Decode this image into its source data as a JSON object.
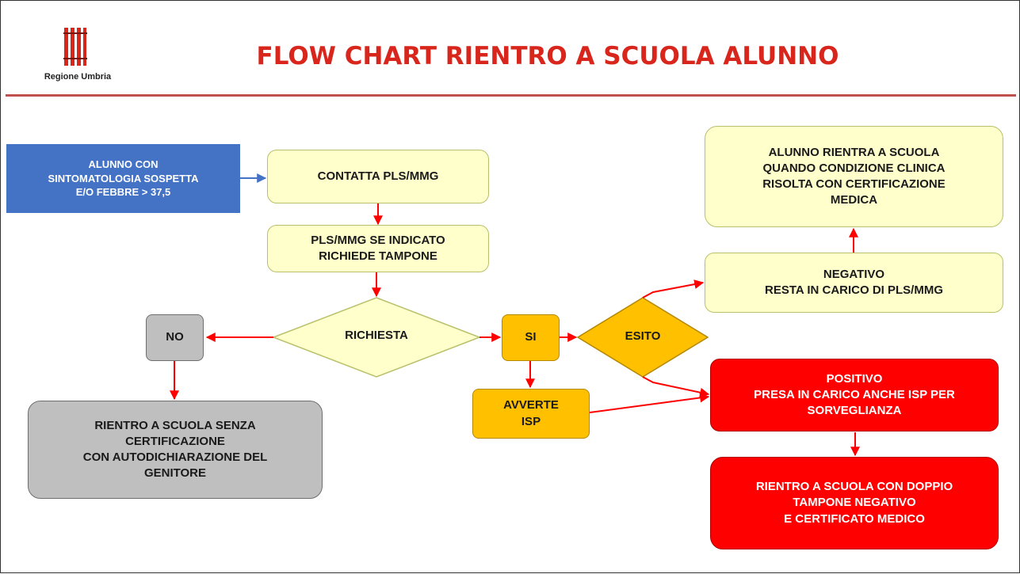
{
  "logo": {
    "text": "Regione Umbria"
  },
  "title": "FLOW CHART RIENTRO A SCUOLA ALUNNO",
  "nodes": {
    "alunno_sintomi": [
      "ALUNNO CON",
      "SINTOMATOLOGIA  SOSPETTA",
      "E/O FEBBRE > 37,5"
    ],
    "contatta": "CONTATTA PLS/MMG",
    "richiede_tampone": [
      "PLS/MMG SE INDICATO",
      "RICHIEDE TAMPONE"
    ],
    "richiesta": "RICHIESTA",
    "no": "NO",
    "si": "SI",
    "esito": "ESITO",
    "avverte_isp": [
      "AVVERTE",
      "ISP"
    ],
    "rientro_senza_cert": [
      "RIENTRO A SCUOLA SENZA",
      "CERTIFICAZIONE",
      "CON AUTODICHIARAZIONE DEL",
      "GENITORE"
    ],
    "negativo": [
      "NEGATIVO",
      "RESTA IN CARICO DI PLS/MMG"
    ],
    "rientra_condizione": [
      "ALUNNO RIENTRA A SCUOLA",
      "QUANDO CONDIZIONE CLINICA",
      "RISOLTA CON CERTIFICAZIONE",
      "MEDICA"
    ],
    "positivo": [
      "POSITIVO",
      "PRESA IN CARICO ANCHE ISP PER",
      "SORVEGLIANZA"
    ],
    "rientro_doppio": [
      "RIENTRO A SCUOLA CON DOPPIO",
      "TAMPONE NEGATIVO",
      "E CERTIFICATO MEDICO"
    ]
  },
  "colors": {
    "title": "#d9261c",
    "arrow": "#ff0000",
    "arrow_blue": "#4472c4",
    "yellow_fill": "#ffffcc",
    "grey_fill": "#bfbfbf",
    "orange_fill": "#ffc000",
    "red_fill": "#ff0000",
    "blue_fill": "#4472c4"
  }
}
